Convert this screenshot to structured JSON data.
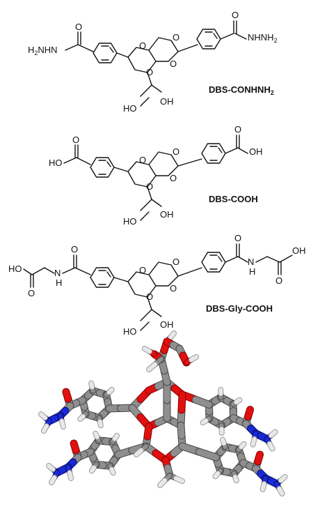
{
  "compounds": [
    {
      "name": "DBS-CONHNH",
      "name_sub": "2",
      "left_group": "H2NHN",
      "right_group": "NHNH2",
      "diol_labels": [
        "HO",
        "OH"
      ]
    },
    {
      "name": "DBS-COOH",
      "left_group": "HO",
      "right_group": "OH",
      "diol_labels": [
        "HO",
        "OH"
      ]
    },
    {
      "name": "DBS-Gly-COOH",
      "left_group": "HO",
      "right_group": "OH",
      "nh_label": "H",
      "n_label": "N",
      "diol_labels": [
        "HO",
        "OH"
      ]
    }
  ],
  "atom_labels": {
    "oxygen": "O"
  },
  "colors": {
    "carbon": "#8f8f8f",
    "oxygen": "#e01010",
    "nitrogen": "#1a2ad8",
    "hydrogen": "#e8e8e8",
    "bond": "#111111"
  }
}
